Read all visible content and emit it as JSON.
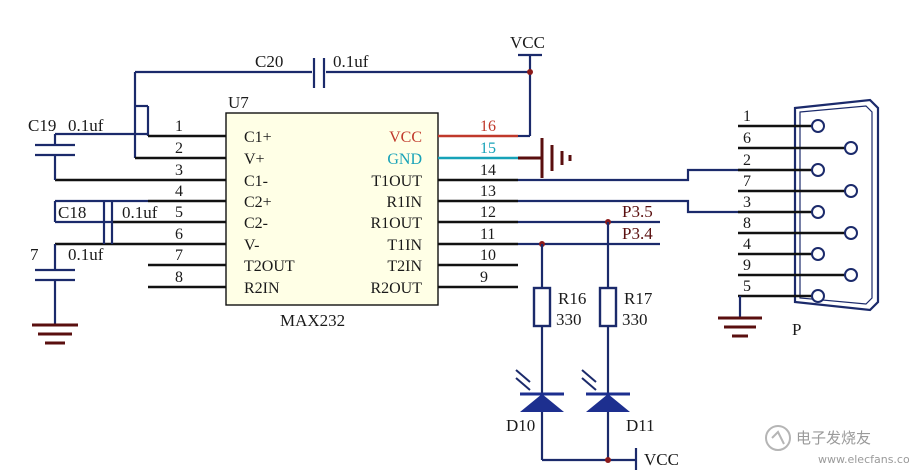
{
  "chip": {
    "ref": "U7",
    "name": "MAX232",
    "left_pins": [
      {
        "num": "1",
        "label": "C1+"
      },
      {
        "num": "2",
        "label": "V+"
      },
      {
        "num": "3",
        "label": "C1-"
      },
      {
        "num": "4",
        "label": "C2+"
      },
      {
        "num": "5",
        "label": "C2-"
      },
      {
        "num": "6",
        "label": "V-"
      },
      {
        "num": "7",
        "label": "T2OUT"
      },
      {
        "num": "8",
        "label": "R2IN"
      }
    ],
    "right_pins": [
      {
        "num": "16",
        "label": "VCC"
      },
      {
        "num": "15",
        "label": "GND"
      },
      {
        "num": "14",
        "label": "T1OUT"
      },
      {
        "num": "13",
        "label": "R1IN"
      },
      {
        "num": "12",
        "label": "R1OUT"
      },
      {
        "num": "11",
        "label": "T1IN"
      },
      {
        "num": "10",
        "label": "T2IN"
      },
      {
        "num": "9",
        "label": "R2OUT"
      }
    ]
  },
  "capacitors": {
    "c20": {
      "ref": "C20",
      "value": "0.1uf"
    },
    "c19": {
      "ref": "C19",
      "value": "0.1uf"
    },
    "c18": {
      "ref": "C18",
      "value": "0.1uf"
    },
    "c17": {
      "ref": "7",
      "value": "0.1uf"
    }
  },
  "power": {
    "vcc_top": "VCC",
    "vcc_bottom": "VCC"
  },
  "nets": {
    "p35": "P3.5",
    "p34": "P3.4"
  },
  "resistors": [
    {
      "ref": "R16",
      "value": "330"
    },
    {
      "ref": "R17",
      "value": "330"
    }
  ],
  "leds": [
    {
      "ref": "D10"
    },
    {
      "ref": "D11"
    }
  ],
  "connector": {
    "ref": "P",
    "pins": [
      "1",
      "6",
      "2",
      "7",
      "3",
      "8",
      "4",
      "9",
      "5"
    ]
  },
  "watermark": {
    "text": "电子发烧友",
    "url": "www.elecfans.com"
  },
  "colors": {
    "wire": "#1b2a6b",
    "vcc_pin": "#c0392b",
    "gnd_pin": "#17a2b8",
    "ground": "#5a0f0f",
    "led": "#1d2f8f"
  }
}
